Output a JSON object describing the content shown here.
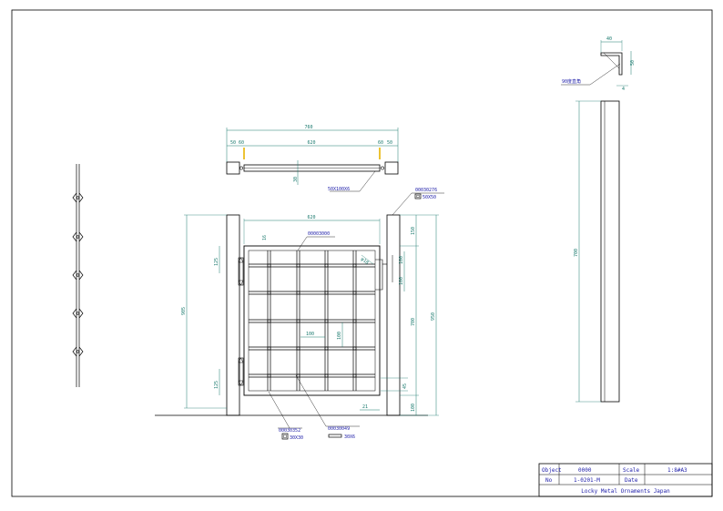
{
  "drawing": {
    "top_view": {
      "overall_width": "760",
      "post_left": "50",
      "gap_left": "60",
      "gate_width": "620",
      "gap_right": "60",
      "post_right": "50",
      "section_depth": "30",
      "tube_label": "50X100X6"
    },
    "front_view": {
      "frame_width": "620",
      "post_height": "905",
      "post_height_right": "950",
      "gate_height": "700",
      "top_margin": "150",
      "bottom_margin": "100",
      "hinge_spacing_top": "125",
      "hinge_spacing_bottom": "125",
      "grid_cell_w": "100",
      "grid_cell_h": "100",
      "frame_offset": "16",
      "latch_100_a": "100",
      "latch_100_b": "100",
      "latch_offset": "45",
      "bottom_gap": "21",
      "corner_label": "φ18"
    },
    "part_labels": {
      "top_bar": "00003000",
      "top_right_code": "00030276",
      "top_right_size": "50X50",
      "bottom_left_code": "00030352",
      "bottom_left_size": "30X30",
      "bottom_mid_code": "00030049",
      "bottom_mid_size": "30X6"
    },
    "angle_detail": {
      "width": "40",
      "height": "50",
      "thickness": "4",
      "label": "90度直角",
      "bar_length": "700"
    }
  },
  "title_block": {
    "object_label": "Object",
    "object_value": "0000",
    "scale_label": "Scale",
    "scale_value": "1:8#A3",
    "no_label": "No",
    "no_value": "1-0201-M",
    "date_label": "Date",
    "date_value": "",
    "company": "Locky Metal Ornaments Japan"
  },
  "colors": {
    "line": "#000000",
    "dimension": "#1a7a6e",
    "text_blue": "#2222aa",
    "marker_yellow": "#e8b400"
  }
}
